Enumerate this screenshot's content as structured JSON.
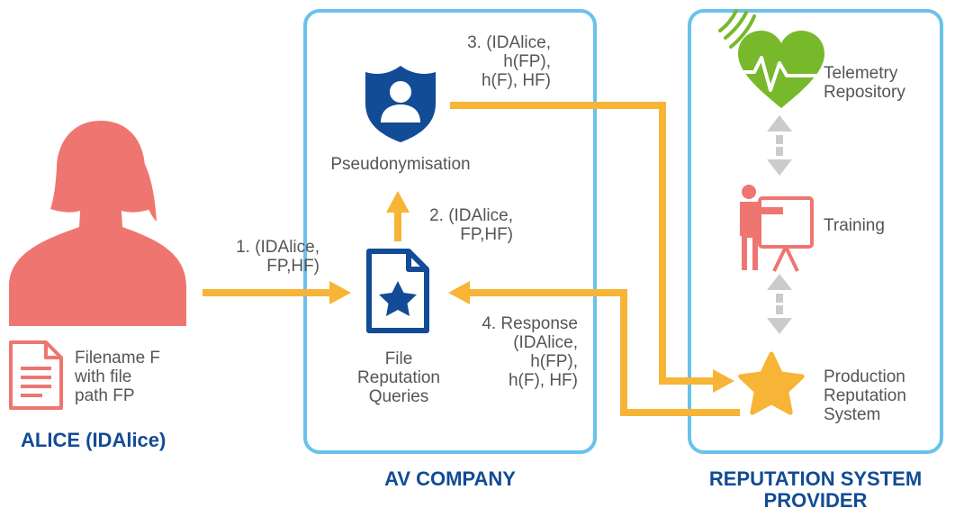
{
  "colors": {
    "box_border": "#69c2ec",
    "arrow": "#f7b436",
    "alice": "#ef7670",
    "navy": "#124b96",
    "title_blue": "#124b96",
    "green": "#78b82b",
    "gray_arrow": "#cbcbcb",
    "star": "#f7b436",
    "text": "#555555"
  },
  "alice": {
    "title": "ALICE (IDAlice)",
    "file_label": "Filename F\nwith file\npath FP",
    "icons": [
      "person-silhouette-icon",
      "document-icon"
    ]
  },
  "av_company": {
    "title": "AV COMPANY",
    "pseudonymisation_label": "Pseudonymisation",
    "file_reputation_label": "File\nReputation\nQueries",
    "icons": [
      "shield-user-icon",
      "file-star-icon"
    ]
  },
  "provider": {
    "title": "REPUTATION SYSTEM\nPROVIDER",
    "telemetry_label": "Telemetry\nRepository",
    "training_label": "Training",
    "production_label": "Production\nReputation\nSystem",
    "icons": [
      "heart-pulse-icon",
      "trainer-board-icon",
      "star-icon"
    ]
  },
  "flows": {
    "step1": "1. (IDAlice,\nFP,HF)",
    "step2": "2. (IDAlice,\nFP,HF)",
    "step3": "3. (IDAlice,\nh(FP),\nh(F), HF)",
    "step4": "4. Response\n(IDAlice,\nh(FP),\nh(F), HF)"
  }
}
